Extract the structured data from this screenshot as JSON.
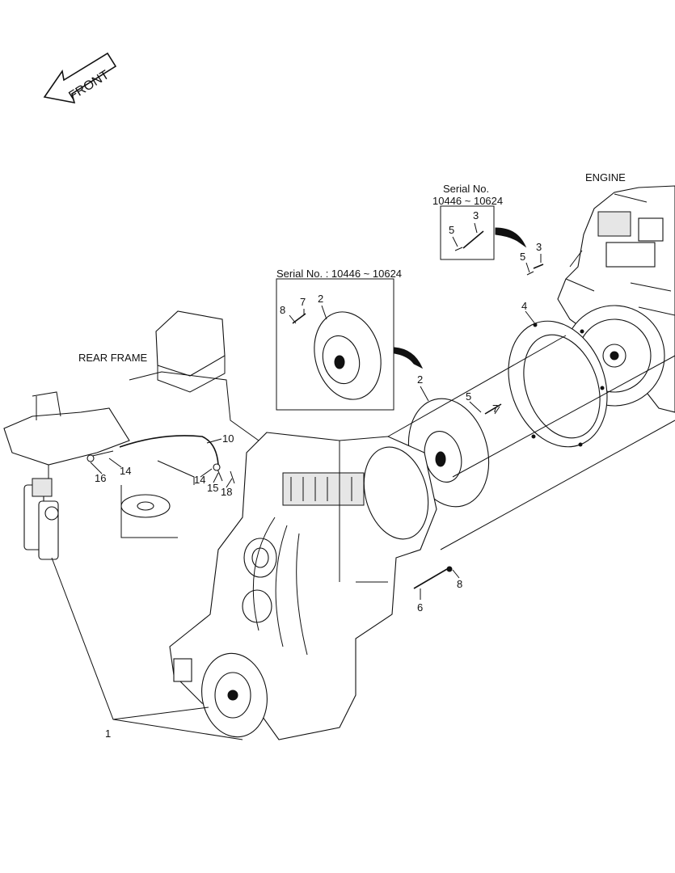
{
  "labels": {
    "front": "FRONT",
    "engine": "ENGINE",
    "rear_frame": "REAR FRAME",
    "serial_box_right_line1": "Serial No.",
    "serial_box_right_line2": "10446 ~ 10624",
    "serial_box_left": "Serial No. : 10446 ~ 10624"
  },
  "callouts": {
    "c1": "1",
    "c2_box": "2",
    "c2_main": "2",
    "c3_box": "3",
    "c3_main": "3",
    "c4": "4",
    "c5_box": "5",
    "c5_main_upper": "5",
    "c5_main_mid": "5",
    "c6": "6",
    "c7_box": "7",
    "c7_main": "7",
    "c8_box": "8",
    "c8_main": "8",
    "c10": "10",
    "c14_left": "14",
    "c14_right": "14",
    "c15": "15",
    "c16": "16",
    "c18": "18"
  },
  "colors": {
    "ink": "#111111",
    "paper": "#ffffff",
    "shade": "#e6e6e6"
  }
}
